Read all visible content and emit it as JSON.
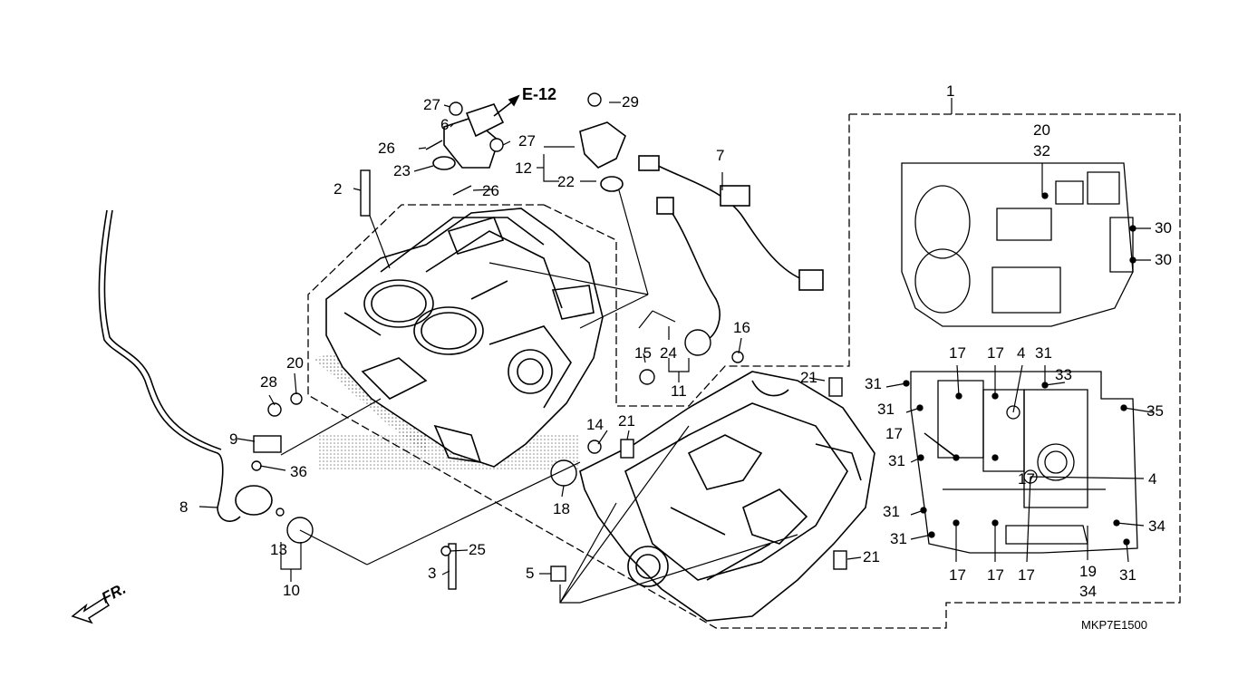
{
  "callouts": [
    "1",
    "2",
    "3",
    "4",
    "4",
    "5",
    "6",
    "7",
    "8",
    "9",
    "10",
    "11",
    "12",
    "13",
    "14",
    "15",
    "16",
    "17",
    "17",
    "17",
    "17",
    "17",
    "17",
    "17",
    "17",
    "18",
    "19",
    "20",
    "20",
    "21",
    "21",
    "21",
    "22",
    "23",
    "24",
    "25",
    "26",
    "26",
    "27",
    "27",
    "28",
    "29",
    "30",
    "30",
    "31",
    "31",
    "31",
    "31",
    "31",
    "31",
    "31",
    "31",
    "32",
    "33",
    "34",
    "34",
    "35",
    "36"
  ],
  "reference": "E-12",
  "direction_label": "FR.",
  "diagram_code": "MKP7E1500"
}
